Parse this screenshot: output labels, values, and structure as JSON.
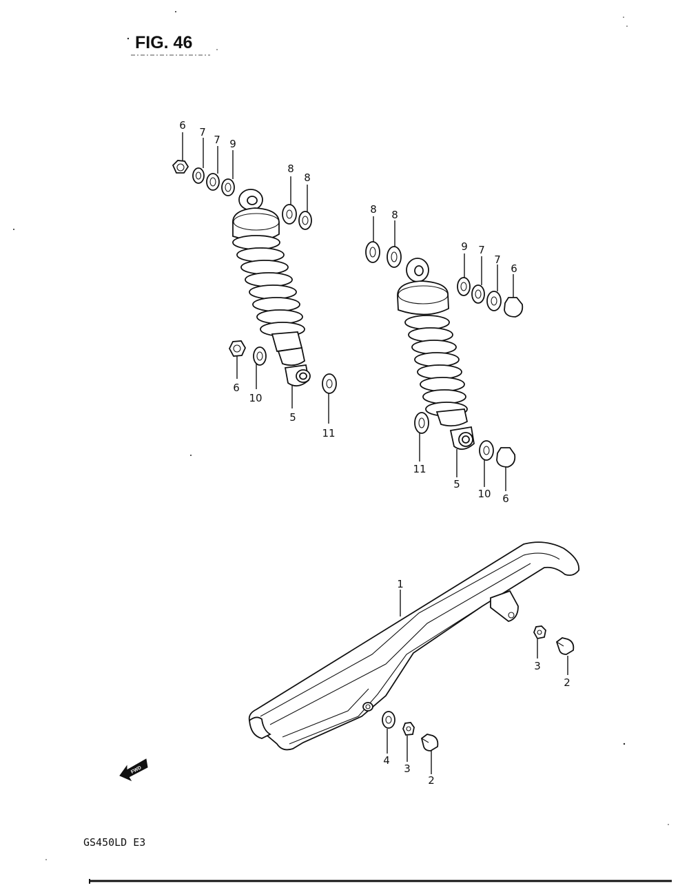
{
  "figure": {
    "title": "FIG. 46"
  },
  "model": {
    "code": "GS450LD E3"
  },
  "direction_arrow": {
    "label": "FWD",
    "icon": "fwd-arrow-icon"
  },
  "callouts": {
    "left_shock": [
      "6",
      "7",
      "7",
      "9",
      "8",
      "8",
      "6",
      "10",
      "5",
      "11"
    ],
    "right_shock": [
      "8",
      "8",
      "9",
      "7",
      "7",
      "6",
      "11",
      "5",
      "10",
      "6"
    ],
    "chain_case": [
      "1",
      "3",
      "2",
      "4",
      "3",
      "2"
    ]
  }
}
